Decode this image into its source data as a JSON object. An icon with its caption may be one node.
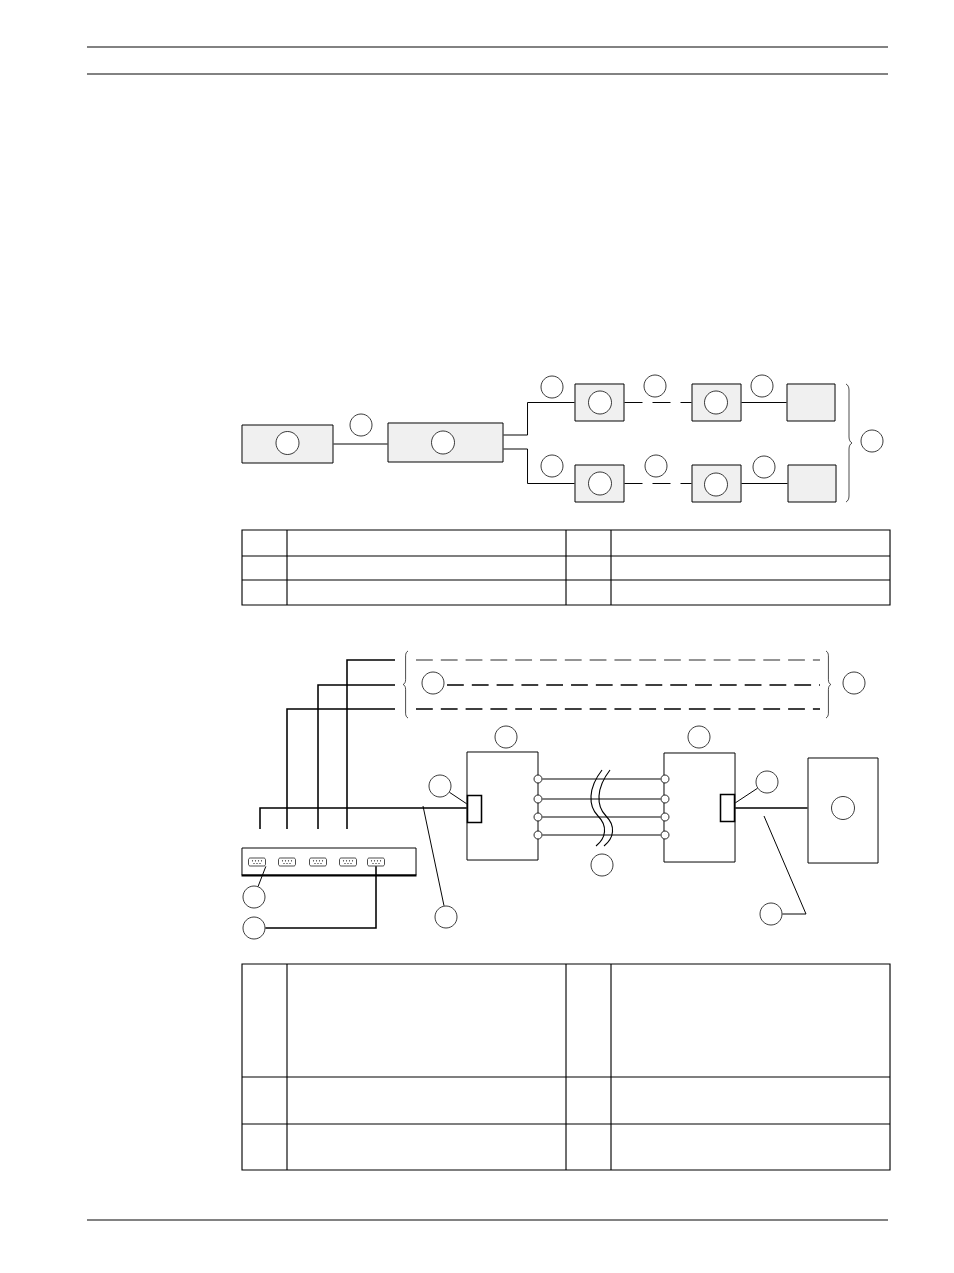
{
  "diagram": {
    "nodes": [
      {
        "text": [],
        "shape": "box"
      },
      {
        "text": [],
        "shape": "circle",
        "in": 0
      },
      {
        "text": [],
        "shape": "circle"
      },
      {
        "text": [],
        "shape": "box"
      },
      {
        "text": [],
        "shape": "circle",
        "in": 3
      },
      {
        "text": [],
        "shape": "circle"
      },
      {
        "text": [],
        "shape": "box"
      },
      {
        "text": [],
        "shape": "circle",
        "in": 6
      },
      {
        "text": [],
        "shape": "circle"
      },
      {
        "text": [],
        "shape": "box"
      },
      {
        "text": [],
        "shape": "circle",
        "in": 9
      },
      {
        "text": [],
        "shape": "circle"
      },
      {
        "text": [],
        "shape": "box"
      },
      {
        "text": [],
        "shape": "circle"
      },
      {
        "text": [],
        "shape": "circle"
      },
      {
        "text": [],
        "shape": "box"
      },
      {
        "text": [],
        "shape": "circle",
        "in": 15
      },
      {
        "text": [],
        "shape": "circle"
      },
      {
        "text": [],
        "shape": "box"
      },
      {
        "text": [],
        "shape": "circle",
        "in": 18
      },
      {
        "text": [],
        "shape": "circle"
      },
      {
        "text": [],
        "shape": "box"
      },
      {
        "text": [],
        "shape": "circle"
      },
      {
        "text": [],
        "shape": "circle"
      },
      {
        "text": [],
        "shape": "circle"
      },
      {
        "text": [],
        "shape": "circle"
      },
      {
        "text": [],
        "shape": "box"
      },
      {
        "text": [],
        "shape": "box",
        "in": 26
      },
      {
        "text": [],
        "shape": "circle"
      },
      {
        "text": [],
        "shape": "circle"
      },
      {
        "text": [],
        "shape": "box"
      },
      {
        "text": [],
        "shape": "box",
        "in": 30
      },
      {
        "text": [],
        "shape": "box"
      },
      {
        "text": [],
        "shape": "circle",
        "in": 32
      },
      {
        "text": [],
        "shape": "box"
      },
      {
        "text": [],
        "shape": "box",
        "in": 34
      },
      {
        "text": [],
        "shape": "box",
        "in": 34
      },
      {
        "text": [],
        "shape": "box",
        "in": 34
      },
      {
        "text": [],
        "shape": "box",
        "in": 34
      },
      {
        "text": [],
        "shape": "box",
        "in": 34
      },
      {
        "text": [],
        "shape": "circle"
      },
      {
        "text": [],
        "shape": "circle"
      },
      {
        "text": [],
        "shape": "circle"
      },
      {
        "text": [],
        "shape": "circle"
      },
      {
        "text": [],
        "shape": "circle"
      },
      {
        "text": [],
        "shape": "circle"
      },
      {
        "text": [],
        "shape": "circle"
      },
      {
        "text": [],
        "shape": "circle"
      },
      {
        "text": [],
        "shape": "circle"
      },
      {
        "text": [],
        "shape": "circle"
      },
      {
        "text": [],
        "shape": "circle"
      },
      {
        "text": [],
        "shape": "circle"
      },
      {
        "text": [],
        "shape": "circle"
      }
    ],
    "edges": [
      {
        "from": 0,
        "to": 3,
        "arrow": "none"
      },
      {
        "from": 3,
        "to": 6,
        "arrow": "none"
      },
      {
        "from": 3,
        "to": 15,
        "arrow": "none"
      },
      {
        "from": 6,
        "to": 9,
        "arrow": "none",
        "style": "dashed"
      },
      {
        "from": 15,
        "to": 18,
        "arrow": "none",
        "style": "dashed"
      },
      {
        "from": 9,
        "to": 12,
        "arrow": "none"
      },
      {
        "from": 18,
        "to": 21,
        "arrow": "none"
      },
      {
        "from": 45,
        "to": 49,
        "arrow": "none"
      },
      {
        "from": 46,
        "to": 50,
        "arrow": "none"
      },
      {
        "from": 47,
        "to": 51,
        "arrow": "none"
      },
      {
        "from": 48,
        "to": 52,
        "arrow": "none"
      },
      {
        "from": 31,
        "to": 32,
        "arrow": "none"
      },
      {
        "from": 28,
        "to": 27,
        "arrow": "none"
      },
      {
        "from": 29,
        "to": 31,
        "arrow": "none"
      },
      {
        "from": 41,
        "to": 35,
        "arrow": "none"
      },
      {
        "from": 44,
        "to": 39,
        "arrow": "none"
      },
      {
        "from": 42,
        "to": null,
        "arrow": "none"
      },
      {
        "from": 43,
        "to": null,
        "arrow": "none"
      },
      {
        "from": null,
        "to": 27,
        "arrow": "none"
      }
    ]
  }
}
